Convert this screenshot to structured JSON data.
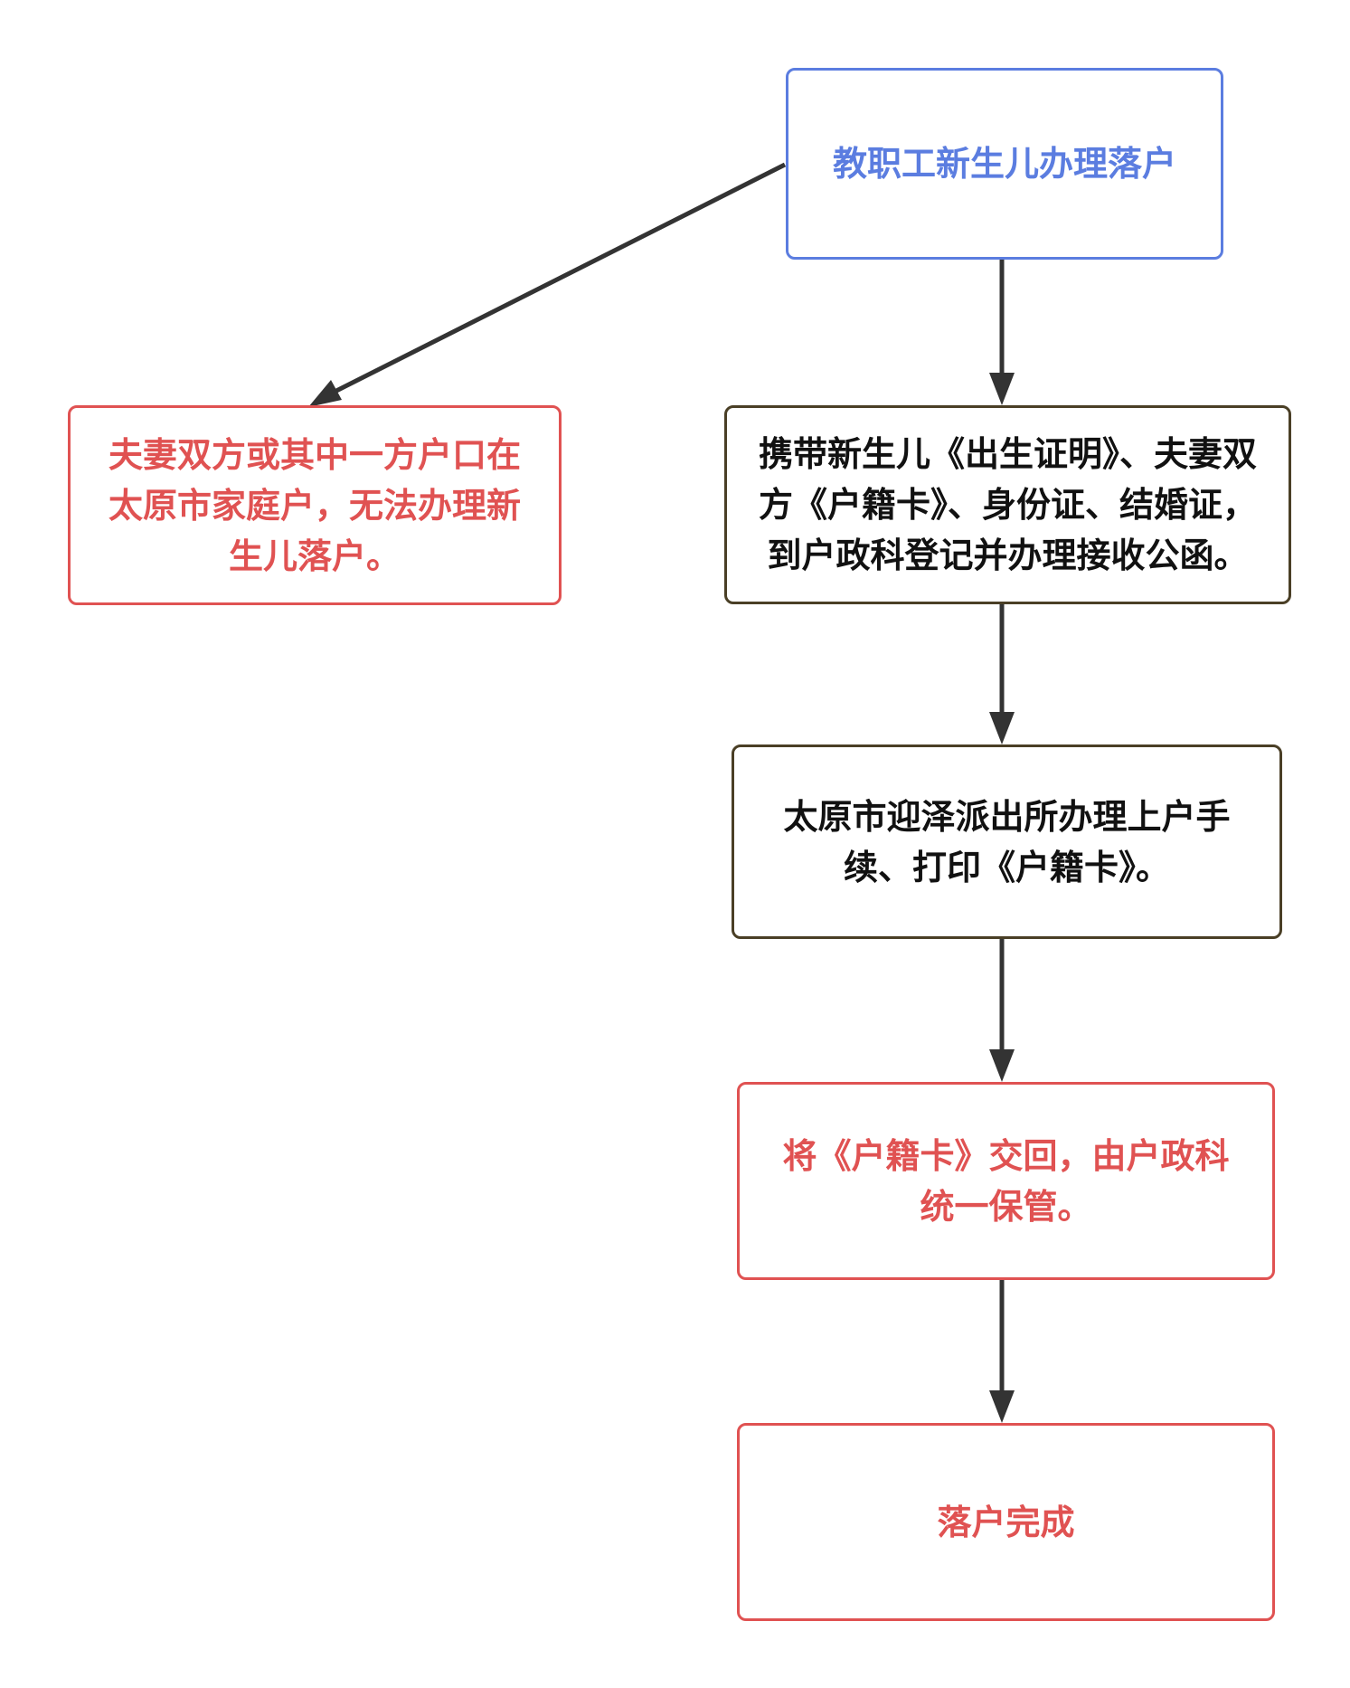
{
  "colors": {
    "blue": "#5b7de0",
    "red": "#e05252",
    "dark_border": "#4a3f26",
    "text_dark": "#111111",
    "arrow": "#333333"
  },
  "nodes": {
    "start": {
      "text": "教职工新生儿办理落户"
    },
    "reject": {
      "text": "夫妻双方或其中一方户口在太原市家庭户，无法办理新生儿落户。"
    },
    "docs": {
      "text": "携带新生儿《出生证明》、夫妻双方《户籍卡》、身份证、结婚证，到户政科登记并办理接收公函。"
    },
    "station": {
      "text": "太原市迎泽派出所办理上户手续、打印《户籍卡》。"
    },
    "return": {
      "text": "将《户籍卡》交回，由户政科统一保管。"
    },
    "done": {
      "text": "落户完成"
    }
  },
  "edges": [
    {
      "from": "start",
      "to": "reject"
    },
    {
      "from": "start",
      "to": "docs"
    },
    {
      "from": "docs",
      "to": "station"
    },
    {
      "from": "station",
      "to": "return"
    },
    {
      "from": "return",
      "to": "done"
    }
  ]
}
